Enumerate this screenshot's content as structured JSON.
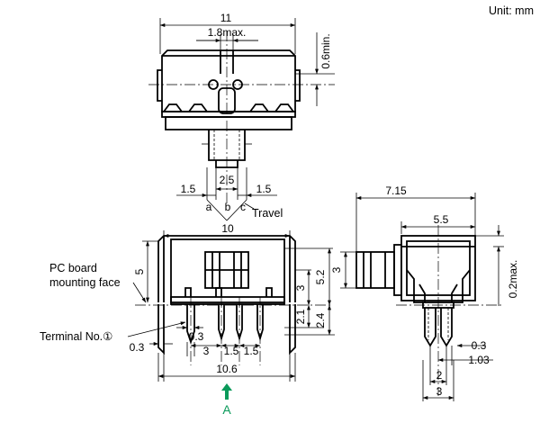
{
  "unit_label": "Unit: mm",
  "top_view": {
    "width": "11",
    "lever_max": "1.8max.",
    "lever_min": "0.6min.",
    "pitch": "2.5",
    "travel_left": "1.5",
    "travel_right": "1.5",
    "pos_a": "a",
    "pos_b": "b",
    "pos_c": "c",
    "travel_label": "Travel"
  },
  "front_view": {
    "body_width": "10",
    "pcb_label_1": "PC board",
    "pcb_label_2": "mounting face",
    "height_left": "5",
    "window_height": "3",
    "total_height": "5.2",
    "terminal_height": "2.1",
    "terminal_length": "2.4",
    "terminal_label": "Terminal No.①",
    "term_width_1": "0.3",
    "term_width_2": "0.3",
    "pitch_3": "3",
    "pitch_1_5a": "1.5",
    "pitch_1_5b": "1.5",
    "overall_width": "10.6",
    "arrow_label": "A"
  },
  "side_view": {
    "overall": "7.15",
    "body_depth": "5.5",
    "knob_height": "3",
    "gap_max": "0.2max.",
    "term_thick": "0.3",
    "term_offset": "1.03",
    "spacing_2": "2",
    "spacing_3": "3"
  },
  "colors": {
    "arrow": "#0a9a5a",
    "line": "#000000"
  }
}
